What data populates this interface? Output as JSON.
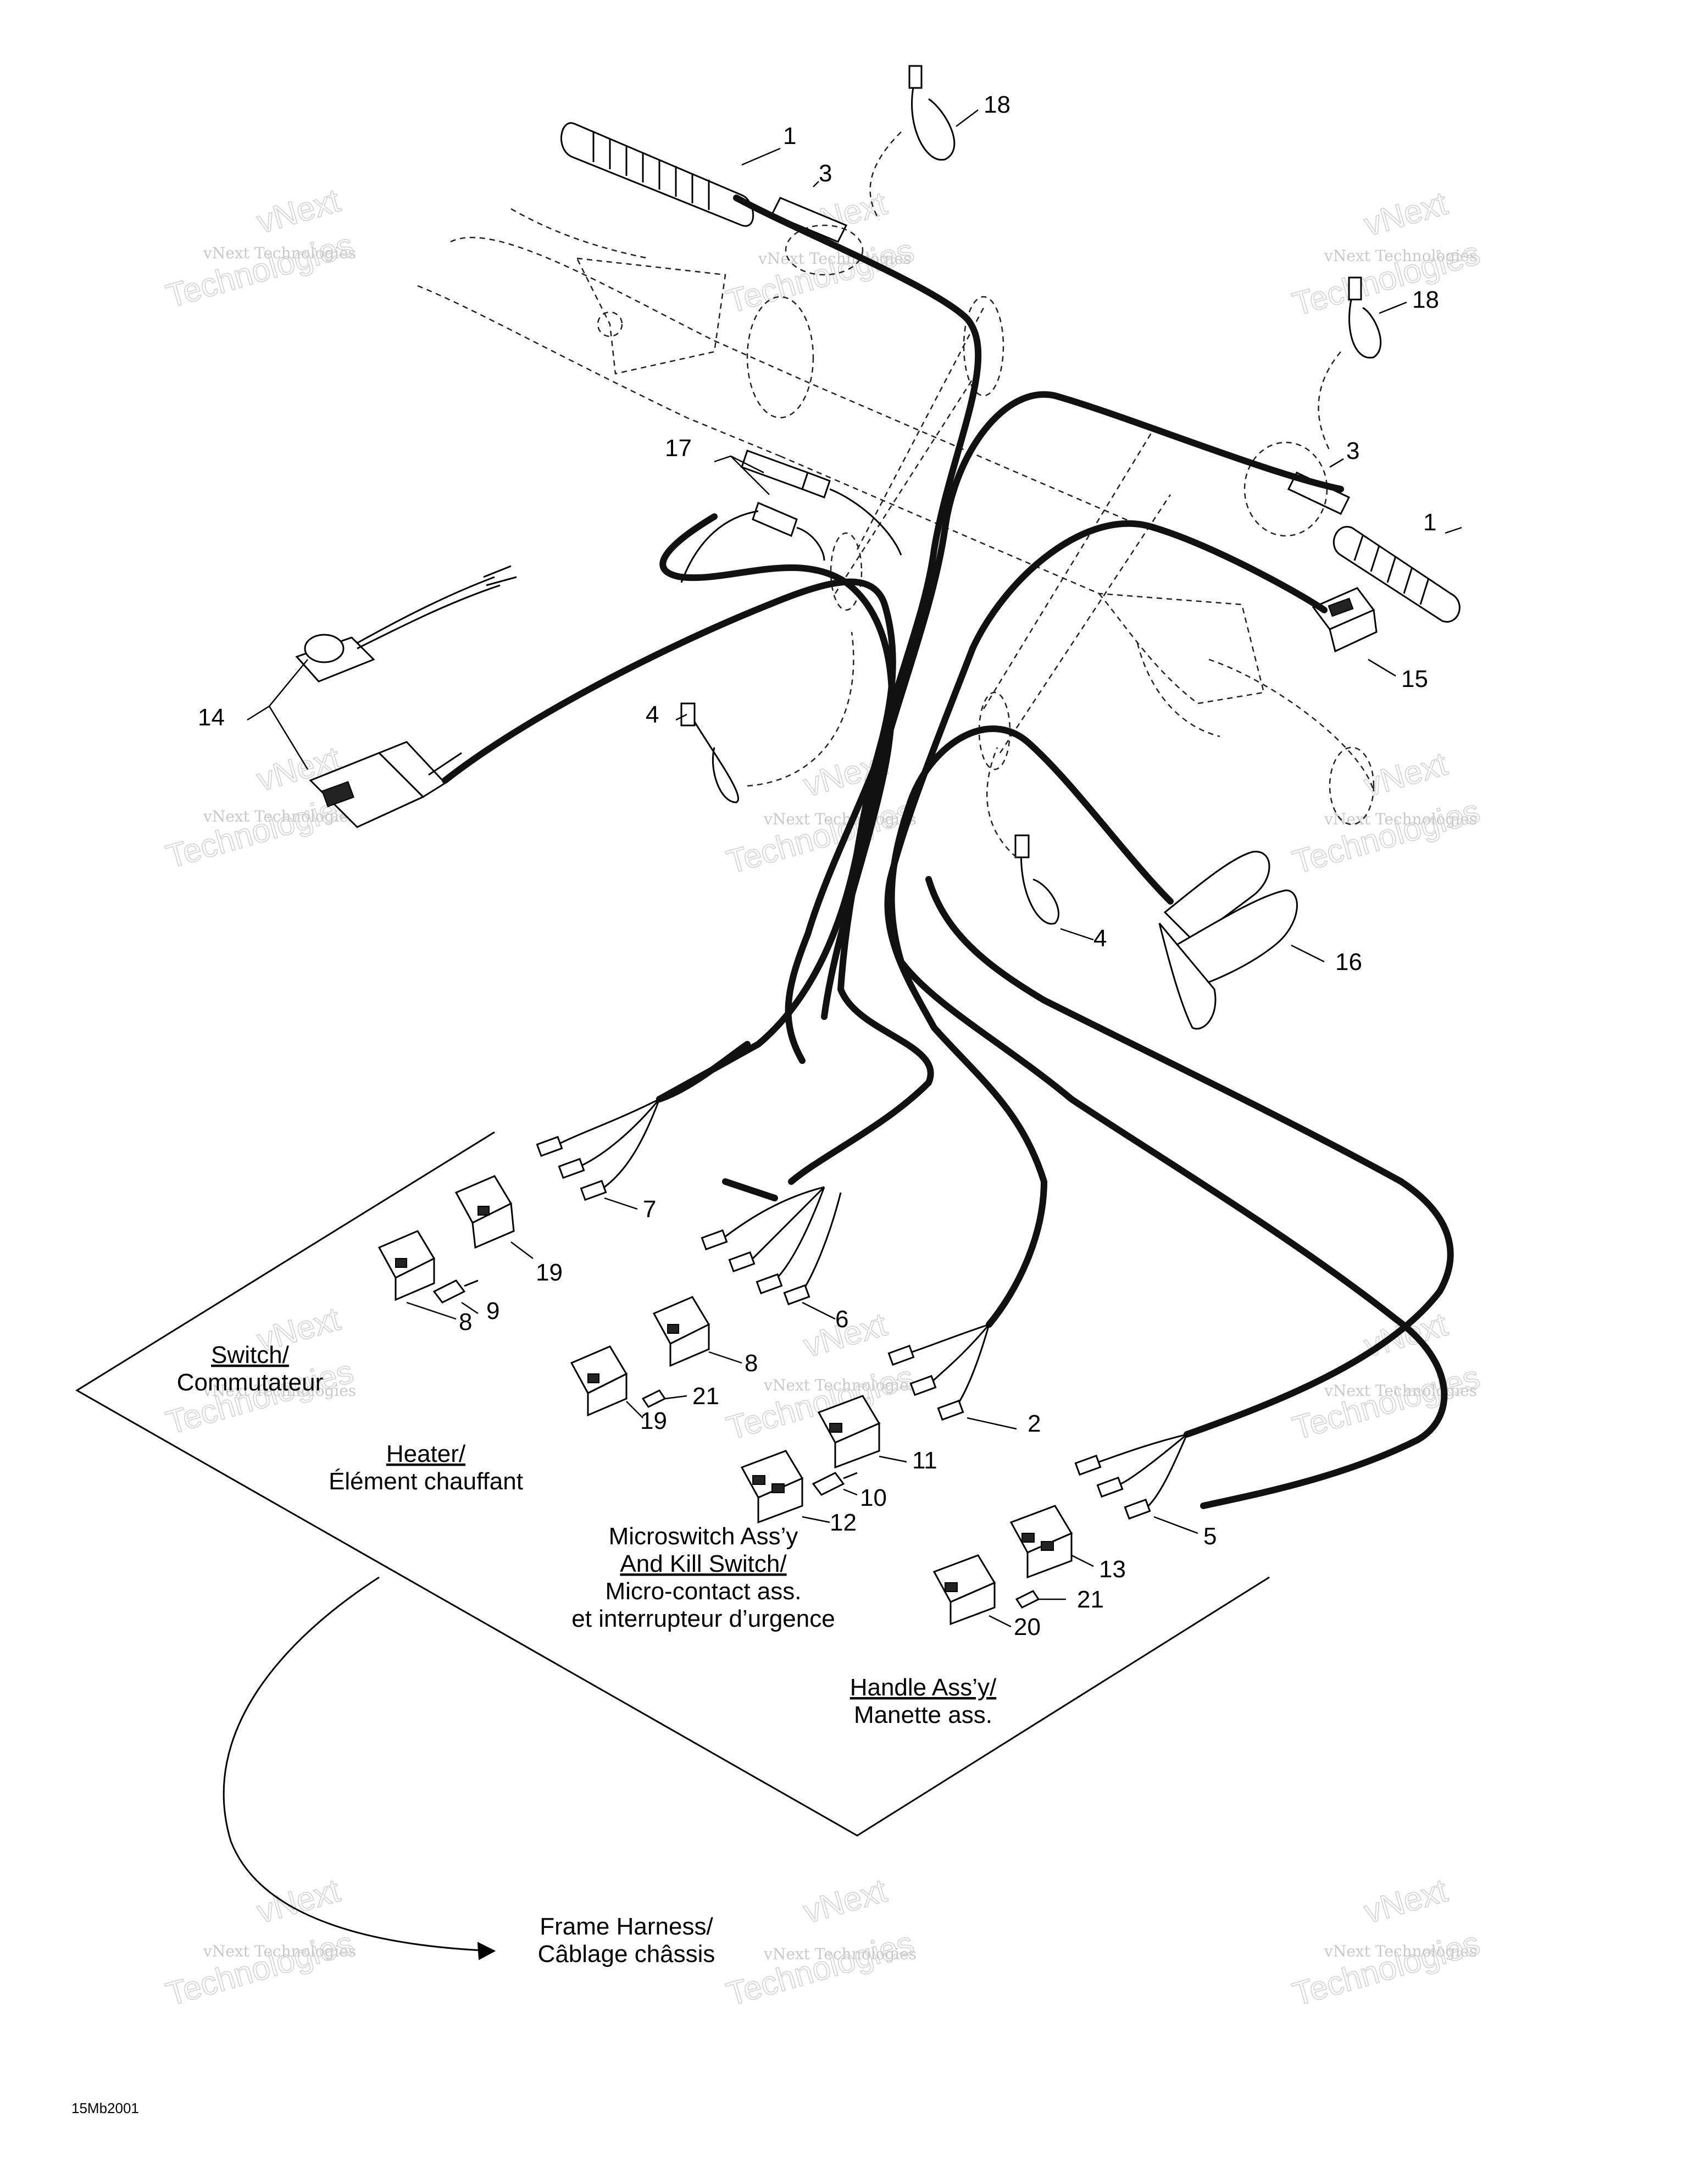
{
  "callouts": {
    "n1": "1",
    "n1b": "1",
    "n2": "2",
    "n3": "3",
    "n3b": "3",
    "n4": "4",
    "n4b": "4",
    "n5": "5",
    "n6": "6",
    "n7": "7",
    "n8": "8",
    "n8b": "8",
    "n9": "9",
    "n10": "10",
    "n11": "11",
    "n12": "12",
    "n13": "13",
    "n14": "14",
    "n15": "15",
    "n16": "16",
    "n17": "17",
    "n18": "18",
    "n18b": "18",
    "n19": "19",
    "n19b": "19",
    "n20": "20",
    "n21": "21",
    "n21b": "21"
  },
  "labels": {
    "switch_en": "Switch/",
    "switch_fr": "Commutateur",
    "heater_en": "Heater/",
    "heater_fr": "Élément chauffant",
    "micro_en1": "Microswitch Ass’y",
    "micro_en2": "And Kill Switch/",
    "micro_fr1": "Micro-contact ass.",
    "micro_fr2": "et interrupteur d’urgence",
    "handle_en": "Handle Ass’y/",
    "handle_fr": "Manette ass.",
    "frame_en": "Frame Harness/",
    "frame_fr": "Câblage châssis"
  },
  "diagram_code": "15Mb2001",
  "watermark": {
    "company": "vNext Technologies",
    "big": "Technologies",
    "mark": "vNext"
  }
}
